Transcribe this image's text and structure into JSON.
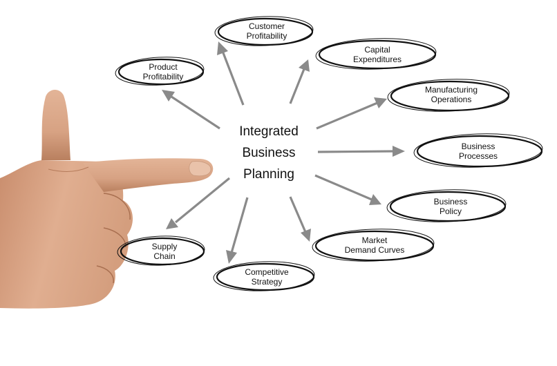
{
  "center": {
    "lines": [
      "Integrated",
      "Business",
      "Planning"
    ]
  },
  "nodes": [
    {
      "id": "customer-profitability",
      "lines": [
        "Customer",
        "Profitability"
      ]
    },
    {
      "id": "capital-expenditures",
      "lines": [
        "Capital",
        "Expenditures"
      ]
    },
    {
      "id": "product-profitability",
      "lines": [
        "Product",
        "Profitability"
      ]
    },
    {
      "id": "manufacturing-operations",
      "lines": [
        "Manufacturing",
        "Operations"
      ]
    },
    {
      "id": "business-processes",
      "lines": [
        "Business",
        "Processes"
      ]
    },
    {
      "id": "business-policy",
      "lines": [
        "Business",
        "Policy"
      ]
    },
    {
      "id": "market-demand-curves",
      "lines": [
        "Market",
        "Demand Curves"
      ]
    },
    {
      "id": "supply-chain",
      "lines": [
        "Supply",
        "Chain"
      ]
    },
    {
      "id": "competitive-strategy",
      "lines": [
        "Competitive",
        "Strategy"
      ]
    }
  ],
  "colors": {
    "arrow": "#8a8a8a",
    "outline": "#111111",
    "skin": "#d9a585",
    "skin_shadow": "#b97c5c"
  }
}
